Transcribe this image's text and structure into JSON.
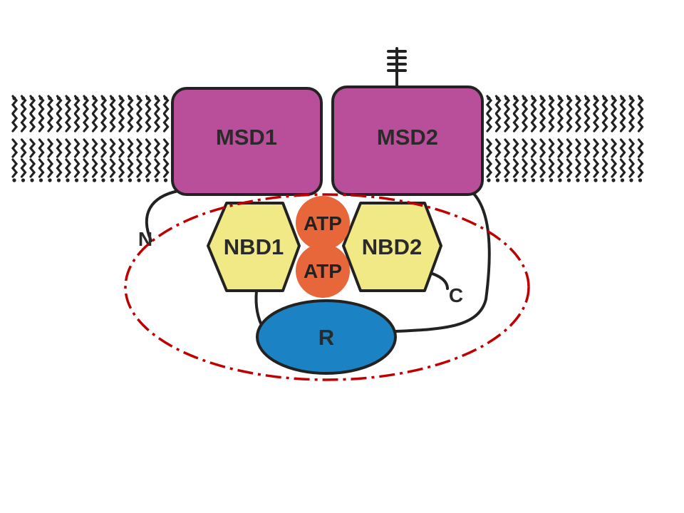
{
  "diagram": {
    "msd1": {
      "label": "MSD1"
    },
    "msd2": {
      "label": "MSD2"
    },
    "nbd1": {
      "label": "NBD1"
    },
    "nbd2": {
      "label": "NBD2"
    },
    "atp_top": {
      "label": "ATP"
    },
    "atp_bottom": {
      "label": "ATP"
    },
    "r_domain": {
      "label": "R"
    },
    "n_terminus": {
      "label": "N"
    },
    "c_terminus": {
      "label": "C"
    }
  },
  "colors": {
    "msd_fill": "#b94f9a",
    "nbd_fill": "#f1e985",
    "atp_fill": "#e8673a",
    "r_fill": "#1b82c4",
    "highlight_ellipse": "#c00000",
    "outline": "#222222",
    "membrane": "#222222"
  },
  "icons": {
    "membrane": "lipid-bilayer-icon",
    "glycosylation": "glycan-branch-icon"
  }
}
